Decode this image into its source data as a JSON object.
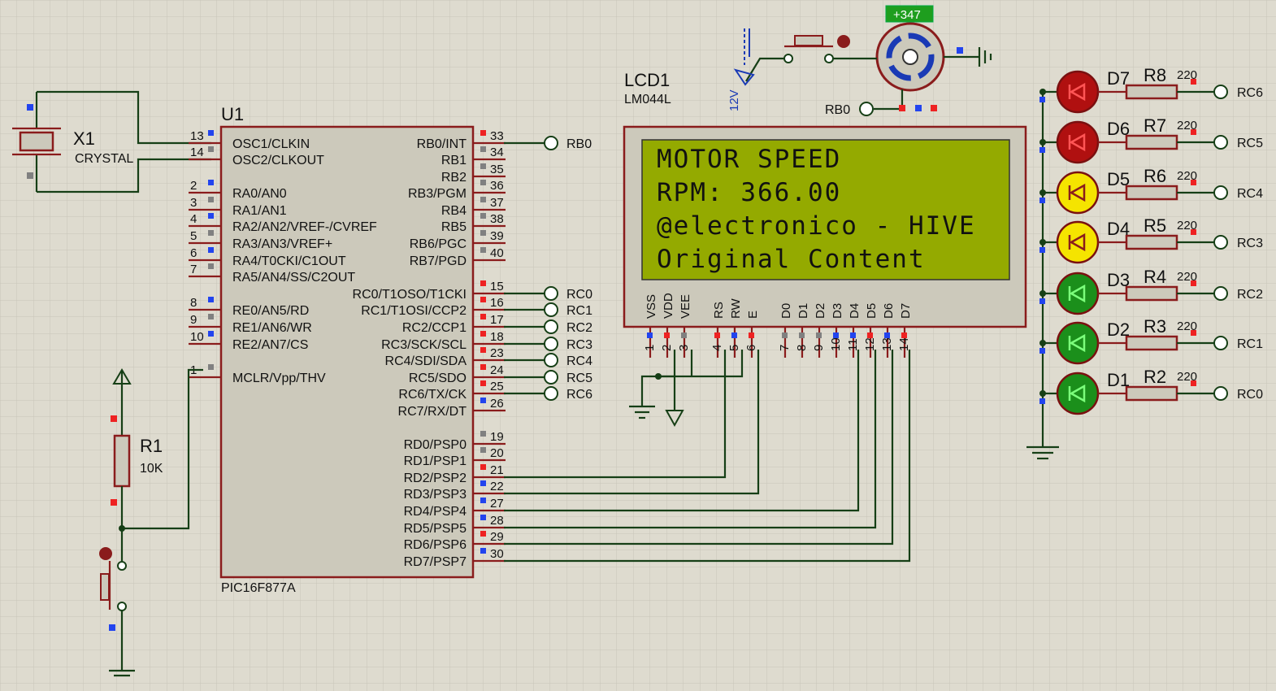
{
  "mcu": {
    "ref": "U1",
    "part": "PIC16F877A",
    "left_pins": [
      {
        "num": "13",
        "name": "OSC1/CLKIN"
      },
      {
        "num": "14",
        "name": "OSC2/CLKOUT"
      },
      {
        "num": "2",
        "name": "RA0/AN0"
      },
      {
        "num": "3",
        "name": "RA1/AN1"
      },
      {
        "num": "4",
        "name": "RA2/AN2/VREF-/CVREF"
      },
      {
        "num": "5",
        "name": "RA3/AN3/VREF+"
      },
      {
        "num": "6",
        "name": "RA4/T0CKI/C1OUT"
      },
      {
        "num": "7",
        "name": "RA5/AN4/SS/C2OUT"
      },
      {
        "num": "8",
        "name": "RE0/AN5/RD"
      },
      {
        "num": "9",
        "name": "RE1/AN6/WR"
      },
      {
        "num": "10",
        "name": "RE2/AN7/CS"
      },
      {
        "num": "1",
        "name": "MCLR/Vpp/THV"
      }
    ],
    "right_pins": [
      {
        "num": "33",
        "name": "RB0/INT"
      },
      {
        "num": "34",
        "name": "RB1"
      },
      {
        "num": "35",
        "name": "RB2"
      },
      {
        "num": "36",
        "name": "RB3/PGM"
      },
      {
        "num": "37",
        "name": "RB4"
      },
      {
        "num": "38",
        "name": "RB5"
      },
      {
        "num": "39",
        "name": "RB6/PGC"
      },
      {
        "num": "40",
        "name": "RB7/PGD"
      },
      {
        "num": "15",
        "name": "RC0/T1OSO/T1CKI"
      },
      {
        "num": "16",
        "name": "RC1/T1OSI/CCP2"
      },
      {
        "num": "17",
        "name": "RC2/CCP1"
      },
      {
        "num": "18",
        "name": "RC3/SCK/SCL"
      },
      {
        "num": "23",
        "name": "RC4/SDI/SDA"
      },
      {
        "num": "24",
        "name": "RC5/SDO"
      },
      {
        "num": "25",
        "name": "RC6/TX/CK"
      },
      {
        "num": "26",
        "name": "RC7/RX/DT"
      },
      {
        "num": "19",
        "name": "RD0/PSP0"
      },
      {
        "num": "20",
        "name": "RD1/PSP1"
      },
      {
        "num": "21",
        "name": "RD2/PSP2"
      },
      {
        "num": "22",
        "name": "RD3/PSP3"
      },
      {
        "num": "27",
        "name": "RD4/PSP4"
      },
      {
        "num": "28",
        "name": "RD5/PSP5"
      },
      {
        "num": "29",
        "name": "RD6/PSP6"
      },
      {
        "num": "30",
        "name": "RD7/PSP7"
      }
    ],
    "terminals": [
      "RB0",
      "RC0",
      "RC1",
      "RC2",
      "RC3",
      "RC4",
      "RC5",
      "RC6"
    ]
  },
  "crystal": {
    "ref": "X1",
    "value": "CRYSTAL"
  },
  "resistor_r1": {
    "ref": "R1",
    "value": "10K"
  },
  "lcd": {
    "ref": "LCD1",
    "part": "LM044L",
    "lines": [
      "MOTOR SPEED",
      "RPM: 366.00",
      "@electronico - HIVE",
      "Original Content"
    ],
    "pin_labels": [
      "VSS",
      "VDD",
      "VEE",
      "RS",
      "RW",
      "E",
      "D0",
      "D1",
      "D2",
      "D3",
      "D4",
      "D5",
      "D6",
      "D7"
    ],
    "pin_numbers": [
      "1",
      "2",
      "3",
      "4",
      "5",
      "6",
      "7",
      "8",
      "9",
      "10",
      "11",
      "12",
      "13",
      "14"
    ]
  },
  "motor": {
    "readout": "+347",
    "supply": "12V",
    "sensor_terminal": "RB0"
  },
  "leds": [
    {
      "ref": "D7",
      "resistor": "R8",
      "value": "220",
      "terminal": "RC6",
      "color": "#B01010"
    },
    {
      "ref": "D6",
      "resistor": "R7",
      "value": "220",
      "terminal": "RC5",
      "color": "#B01010"
    },
    {
      "ref": "D5",
      "resistor": "R6",
      "value": "220",
      "terminal": "RC4",
      "color": "#F5E400"
    },
    {
      "ref": "D4",
      "resistor": "R5",
      "value": "220",
      "terminal": "RC3",
      "color": "#F5E400"
    },
    {
      "ref": "D3",
      "resistor": "R4",
      "value": "220",
      "terminal": "RC2",
      "color": "#1B8F1B"
    },
    {
      "ref": "D2",
      "resistor": "R3",
      "value": "220",
      "terminal": "RC1",
      "color": "#1B8F1B"
    },
    {
      "ref": "D1",
      "resistor": "R2",
      "value": "220",
      "terminal": "RC0",
      "color": "#1B8F1B"
    }
  ],
  "colors": {
    "background": "#DEDBCF",
    "grid": "#C8C5B8",
    "wire": "#163F16",
    "component": "#8A1C1C",
    "lcd_screen": "#94AA00",
    "pin_low": "#2244EE",
    "pin_high": "#EE2222"
  }
}
